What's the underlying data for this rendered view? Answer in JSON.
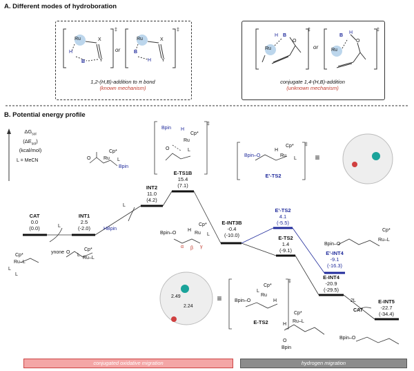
{
  "sectionA": {
    "title": "A. Different modes of hydroboration",
    "left_caption": "1,2-(H,B)-addition to π bond",
    "left_note": "(known mechanism)",
    "right_caption": "conjugate 1,4-(H,B)-addition",
    "right_note": "(unknown mechanism)",
    "or_label": "or",
    "ru": "Ru",
    "h": "H",
    "b": "B",
    "x": "X",
    "y": "Y",
    "o": "O",
    "dagger": "‡"
  },
  "sectionB": {
    "title": "B. Potential energy profile",
    "yaxis_line1": "ΔG",
    "yaxis_sub1": "sol",
    "yaxis_line2": "(ΔE",
    "yaxis_sub2": "sol",
    "yaxis_line2_end": ")",
    "yaxis_line3": "(kcal/mol)",
    "ligand_note": "L = MeCN"
  },
  "states": {
    "cat": {
      "name": "CAT",
      "g": "0.0",
      "e": "(0.0)"
    },
    "int1": {
      "name": "INT1",
      "g": "2.5",
      "e": "(-2.0)"
    },
    "int2": {
      "name": "INT2",
      "g": "11.0",
      "e": "(4.2)"
    },
    "ets1b": {
      "name": "E-TS1B",
      "g": "15.4",
      "e": "(7.1)"
    },
    "eint3b": {
      "name": "E-INT3B",
      "g": "-0.4",
      "e": "(-10.0)"
    },
    "e_ts2p": {
      "name": "E'-TS2",
      "g": "4.1",
      "e": "(-5.5)"
    },
    "ets2": {
      "name": "E-TS2",
      "g": "1.4",
      "e": "(-9.1)"
    },
    "e_int4p": {
      "name": "E'-INT4",
      "g": "-9.1",
      "e": "(-16.3)"
    },
    "eint4": {
      "name": "E-INT4",
      "g": "-20.9",
      "e": "(-29.5)"
    },
    "eint5": {
      "name": "E-INT5",
      "g": "-22.7",
      "e": "(-34.4)"
    }
  },
  "reagents": {
    "L": "L",
    "ynone": "ynone",
    "hbpin": "HBpin",
    "two_l": "2L",
    "cat": "CAT"
  },
  "structures": {
    "cp": "Cp*",
    "ru_l": "Ru–L",
    "ru": "Ru",
    "l": "L",
    "bpin": "Bpin",
    "bpin_o": "Bpin–O",
    "h": "H",
    "o": "O",
    "alpha": "α",
    "beta": "β",
    "gamma": "γ",
    "d1": "2.49",
    "d2": "2.24",
    "ets2_label": "E-TS2",
    "e_ts2p_label": "E'-TS2",
    "equiv": "≡"
  },
  "bars": {
    "left": "conjugated oxidative migration",
    "right": "hydrogen migration",
    "left_color": "#f4a6a6",
    "right_color": "#8c8c8c"
  },
  "colors": {
    "path": "#333333",
    "alt_path": "#1f2a9b",
    "ru": "#7fb3d5",
    "red_note": "#c0392b"
  }
}
